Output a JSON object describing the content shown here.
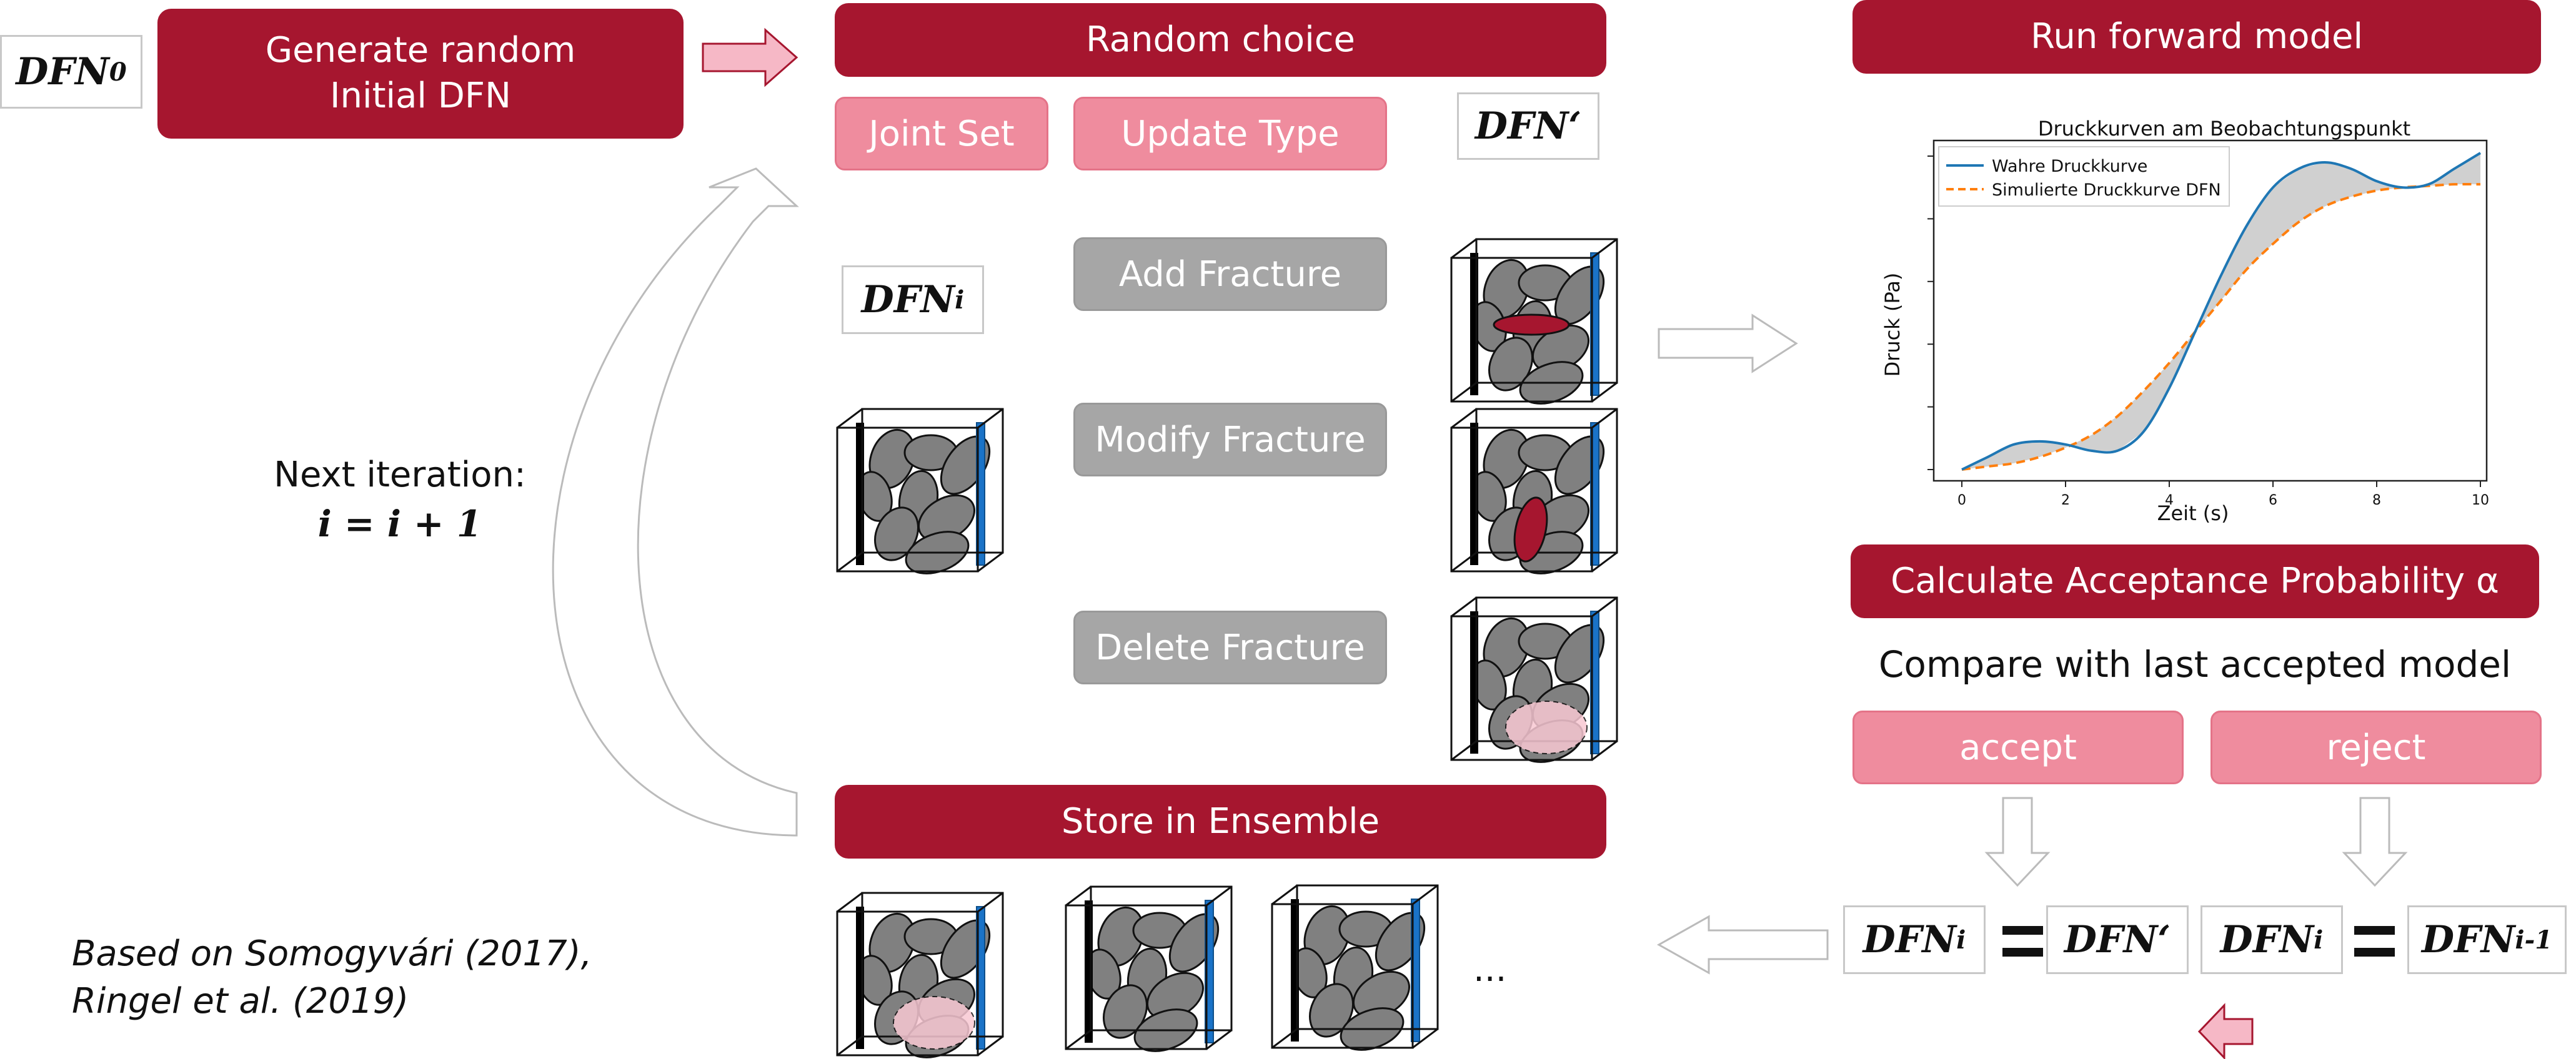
{
  "labels": {
    "dfn0": "DFN",
    "dfn0_sub": "0",
    "dfn_prime": "DFN‘",
    "dfn_i": "DFN",
    "dfn_i_sub": "i",
    "dfn_i_left": "DFN",
    "dfn_i_left_sub": "i",
    "dfn_prime_result": "DFN‘",
    "dfn_i_right": "DFN",
    "dfn_i_right_sub": "i",
    "dfn_i_minus": "DFN",
    "dfn_i_minus_sub": "i-1",
    "equals": "="
  },
  "boxes": {
    "generate_line1": "Generate random",
    "generate_line2": "Initial DFN",
    "random_choice": "Random choice",
    "joint_set": "Joint Set",
    "update_type": "Update Type",
    "add_fracture": "Add Fracture",
    "modify_fracture": "Modify Fracture",
    "delete_fracture": "Delete Fracture",
    "store_ensemble": "Store in Ensemble",
    "run_forward": "Run forward model",
    "calc_accept": "Calculate Acceptance Probability α",
    "accept": "accept",
    "reject": "reject"
  },
  "text": {
    "next_iteration": "Next iteration:",
    "iteration_formula": "i = i + 1",
    "compare": "Compare with last accepted model",
    "citation_line1": "Based on Somogyvári (2017),",
    "citation_line2": "Ringel et al. (2019)",
    "ellipsis": "..."
  },
  "colors": {
    "dark_red": "#a6162f",
    "pink": "#ef8c9e",
    "grey": "#a6a6a6",
    "blue_well": "#1f77b4",
    "true_curve": "#1f77b4",
    "sim_curve": "#ff7f0e"
  },
  "chart_data": {
    "type": "line",
    "title": "Druckkurven am Beobachtungspunkt",
    "xlabel": "Zeit (s)",
    "ylabel": "Druck (Pa)",
    "xlim": [
      0,
      10
    ],
    "ylim": [
      0,
      1
    ],
    "x_ticks": [
      "0",
      "2",
      "4",
      "6",
      "8",
      "10"
    ],
    "grid": false,
    "legend_position": "top-left",
    "x": [
      0,
      0.5,
      1,
      1.5,
      2,
      2.5,
      3,
      3.5,
      4,
      4.5,
      5,
      5.5,
      6,
      6.5,
      7,
      7.5,
      8,
      8.5,
      9,
      9.5,
      10
    ],
    "series": [
      {
        "name": "Wahre Druckkurve",
        "values": [
          0.0,
          0.04,
          0.08,
          0.09,
          0.08,
          0.06,
          0.06,
          0.12,
          0.26,
          0.44,
          0.62,
          0.78,
          0.9,
          0.96,
          0.98,
          0.96,
          0.92,
          0.9,
          0.91,
          0.96,
          1.01
        ]
      },
      {
        "name": "Simulierte Druckkurve DFN",
        "values": [
          0.0,
          0.01,
          0.02,
          0.04,
          0.07,
          0.11,
          0.17,
          0.25,
          0.34,
          0.44,
          0.54,
          0.64,
          0.72,
          0.79,
          0.84,
          0.87,
          0.89,
          0.9,
          0.905,
          0.91,
          0.91
        ]
      }
    ]
  }
}
